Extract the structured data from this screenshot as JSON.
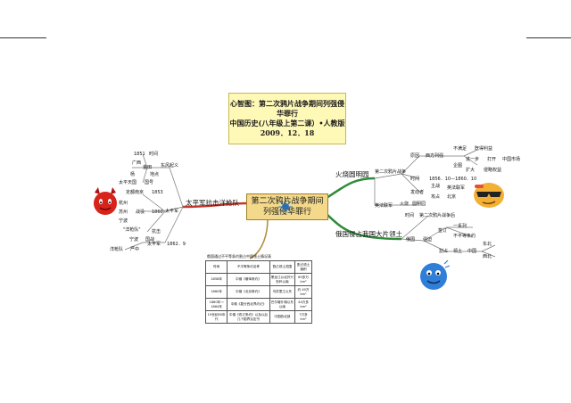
{
  "header": {
    "title_line1": "心智图：第二次鸦片战争期间列强侵华罪行",
    "title_line2": "中国历史(八年级上第二课）•人教版",
    "title_line3": "2009．12．18"
  },
  "center": {
    "line1": "第二次鸦片战争期间",
    "line2": "列强侵华罪行"
  },
  "left": {
    "branch_label": "太平军抗击洋枪队",
    "n1851": "1851",
    "time": "时间",
    "jintian": "金田",
    "guangxi": "广西",
    "yang": "杨",
    "dongfeng": "东风起义",
    "place": "地点",
    "hongxiu": "洪秀",
    "taiping_tianguo": "太平天国",
    "guohao": "国号",
    "capital": "定都南京",
    "n1853": "1853",
    "taipingjun": "太平军",
    "hangzhou": "杭州",
    "suzhou": "苏州",
    "ningbo": "宁波",
    "n1860": "1860",
    "zhanyi": "战役",
    "yangqiangdui": "\"洋枪队\"",
    "kangji": "抗击",
    "ningbo2": "宁波",
    "guozhan": "国战",
    "yangqiangdui2": "洋枪队",
    "yanzhong": "严中",
    "taipingjun2": "太平军",
    "n1862": "1862．9"
  },
  "right_top": {
    "branch_label": "火烧圆明园",
    "war2": "第二次鸦片战争",
    "cause": "原因",
    "west": "西方列强",
    "not_satisfied": "不满足",
    "expand": "既得利益",
    "purpose": "企图",
    "further": "进一步",
    "open": "打开",
    "china_market": "中国市场",
    "enlarge": "扩大",
    "invade": "侵略权益",
    "time": "时间",
    "time_val": "1856．10—1860．10",
    "zhuzhan": "主战",
    "ying_fa": "英法联军",
    "occupy": "攻占",
    "beijing": "北京",
    "fight": "发动者",
    "pal": "侵略",
    "burn": "焚烧",
    "ym": "圆明园",
    "ying_fa2": "英法联军",
    "huoshao": "火烧"
  },
  "right_bottom": {
    "branch_label": "俄国侵占我国大片领土",
    "time": "时间",
    "war2": "第二次鸦片战争后",
    "russia": "俄国",
    "kuaiqi": "强迫",
    "series": "一系列",
    "sign": "签订",
    "unequal": "不平等条约",
    "seize": "割占",
    "territory": "领土",
    "china": "中国",
    "northeast": "东北",
    "northwest": "西北"
  },
  "table": {
    "title": "俄国通过不平等条约割占中国领土情况表",
    "headers": [
      "时间",
      "不平等条约名称",
      "割占领土范围",
      "割占领土面积"
    ],
    "rows": [
      [
        "1858年",
        "中俄《瑷珲条约》",
        "黑龙江以北外兴安岭以南",
        "60多万 km²"
      ],
      [
        "1860年",
        "中俄《北京条约》",
        "乌苏里江以东",
        "约 40万 km²"
      ],
      [
        "1860年～1864年",
        "中俄《勘分西北界约记》",
        "巴尔喀什湖以东以南",
        "44万多 km²"
      ],
      [
        "19世纪80年代",
        "中俄《改订条约》以及以后几个勘界议定书",
        "中国西北部",
        "7万多 km²"
      ]
    ]
  },
  "icons": {
    "left": "devil-face-icon",
    "right_top": "sunglasses-face-icon",
    "right_bottom": "blue-face-icon",
    "center": "bug-icon"
  },
  "colors": {
    "red_line": "#c0392b",
    "green_line": "#2e8b3a",
    "tan_line": "#b08a3e",
    "gray_line": "#777777"
  }
}
